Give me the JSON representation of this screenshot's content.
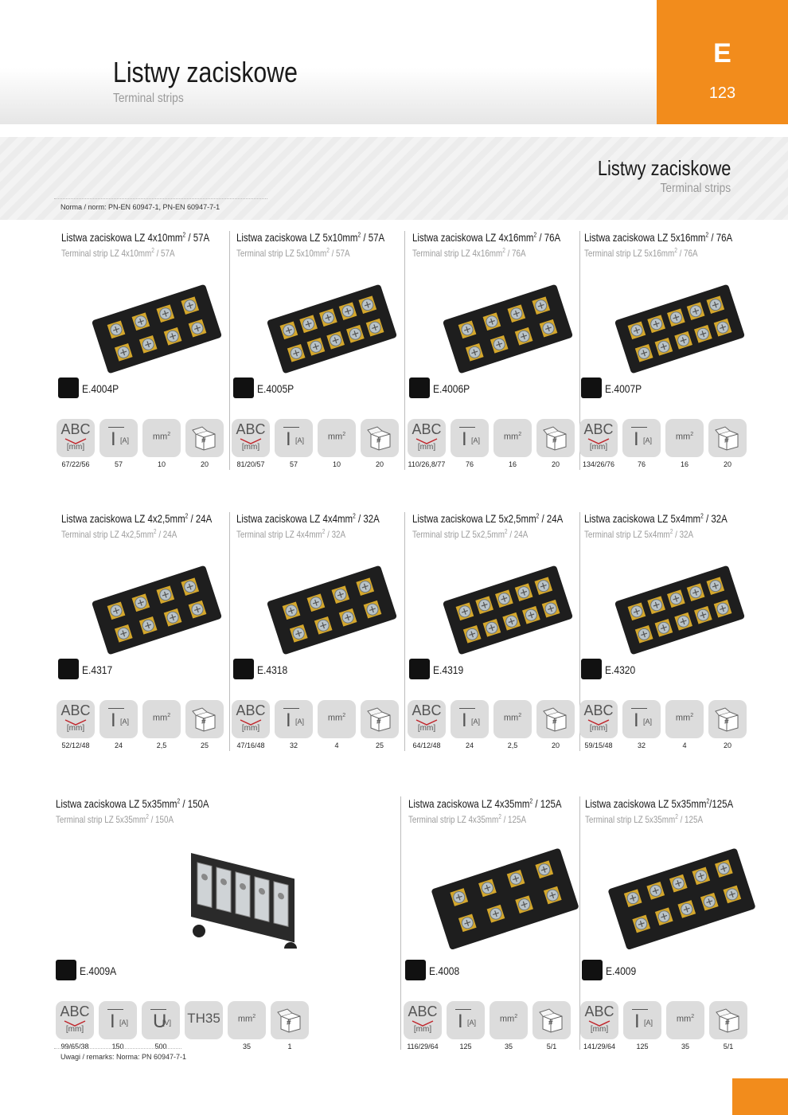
{
  "header": {
    "title": "Listwy zaciskowe",
    "subtitle": "Terminal strips",
    "section_letter": "E",
    "page_number": "123",
    "accent_color": "#f28c1c"
  },
  "band": {
    "title": "Listwy zaciskowe",
    "subtitle": "Terminal strips",
    "norm": "Norma / norm:  PN-EN 60947-1, PN-EN 60947-7-1"
  },
  "icon_labels": {
    "abc": "ABC",
    "mm": "[mm]",
    "current": "I",
    "current_unit": "[A]",
    "voltage": "U",
    "voltage_unit": "[V]",
    "rail": "TH35",
    "cross_section": "mm",
    "package": "#"
  },
  "products": [
    {
      "title": "Listwa zaciskowa LZ 4x10mm",
      "rating": " / 57A",
      "subtitle": "Terminal strip LZ 4x10mm",
      "sub_rating": " / 57A",
      "code": "E.4004P",
      "dimensions": "67/22/56",
      "current": "57",
      "section": "10",
      "pack": "20"
    },
    {
      "title": "Listwa zaciskowa LZ 5x10mm",
      "rating": " / 57A",
      "subtitle": "Terminal strip LZ 5x10mm",
      "sub_rating": " / 57A",
      "code": "E.4005P",
      "dimensions": "81/20/57",
      "current": "57",
      "section": "10",
      "pack": "20"
    },
    {
      "title": "Listwa zaciskowa LZ 4x16mm",
      "rating": " / 76A",
      "subtitle": "Terminal strip LZ 4x16mm",
      "sub_rating": " / 76A",
      "code": "E.4006P",
      "dimensions": "110/26,8/77",
      "current": "76",
      "section": "16",
      "pack": "20"
    },
    {
      "title": "Listwa zaciskowa LZ 5x16mm",
      "rating": " / 76A",
      "subtitle": "Terminal strip LZ 5x16mm",
      "sub_rating": " / 76A",
      "code": "E.4007P",
      "dimensions": "134/26/76",
      "current": "76",
      "section": "16",
      "pack": "20"
    },
    {
      "title": "Listwa zaciskowa LZ 4x2,5mm",
      "rating": " / 24A",
      "subtitle": "Terminal strip LZ 4x2,5mm",
      "sub_rating": " / 24A",
      "code": "E.4317",
      "dimensions": "52/12/48",
      "current": "24",
      "section": "2,5",
      "pack": "25"
    },
    {
      "title": "Listwa zaciskowa LZ 4x4mm",
      "rating": " / 32A",
      "subtitle": "Terminal strip LZ 4x4mm",
      "sub_rating": " / 32A",
      "code": "E.4318",
      "dimensions": "47/16/48",
      "current": "32",
      "section": "4",
      "pack": "25"
    },
    {
      "title": "Listwa zaciskowa LZ 5x2,5mm",
      "rating": " / 24A",
      "subtitle": "Terminal strip LZ 5x2,5mm",
      "sub_rating": " / 24A",
      "code": "E.4319",
      "dimensions": "64/12/48",
      "current": "24",
      "section": "2,5",
      "pack": "20"
    },
    {
      "title": "Listwa zaciskowa LZ 5x4mm",
      "rating": " / 32A",
      "subtitle": "Terminal strip LZ 5x4mm",
      "sub_rating": " / 32A",
      "code": "E.4320",
      "dimensions": "59/15/48",
      "current": "32",
      "section": "4",
      "pack": "20"
    },
    {
      "title": "Listwa zaciskowa LZ 5x35mm",
      "rating": " / 150A",
      "subtitle": "Terminal strip LZ 5x35mm",
      "sub_rating": " / 150A",
      "code": "E.4009A",
      "dimensions": "99/65/38",
      "current": "150",
      "voltage": "500",
      "section": "35",
      "pack": "1"
    },
    {
      "title": "Listwa zaciskowa LZ 4x35mm",
      "rating": " / 125A",
      "subtitle": "Terminal strip LZ 4x35mm",
      "sub_rating": " / 125A",
      "code": "E.4008",
      "dimensions": "116/29/64",
      "current": "125",
      "section": "35",
      "pack": "5/1"
    },
    {
      "title": "Listwa zaciskowa LZ 5x35mm",
      "rating": "/125A",
      "subtitle": "Terminal strip LZ 5x35mm",
      "sub_rating": " / 125A",
      "code": "E.4009",
      "dimensions": "141/29/64",
      "current": "125",
      "section": "35",
      "pack": "5/1"
    }
  ],
  "remarks": "Uwagi / remarks: Norma: PN 60947-7-1",
  "superscript": "2"
}
